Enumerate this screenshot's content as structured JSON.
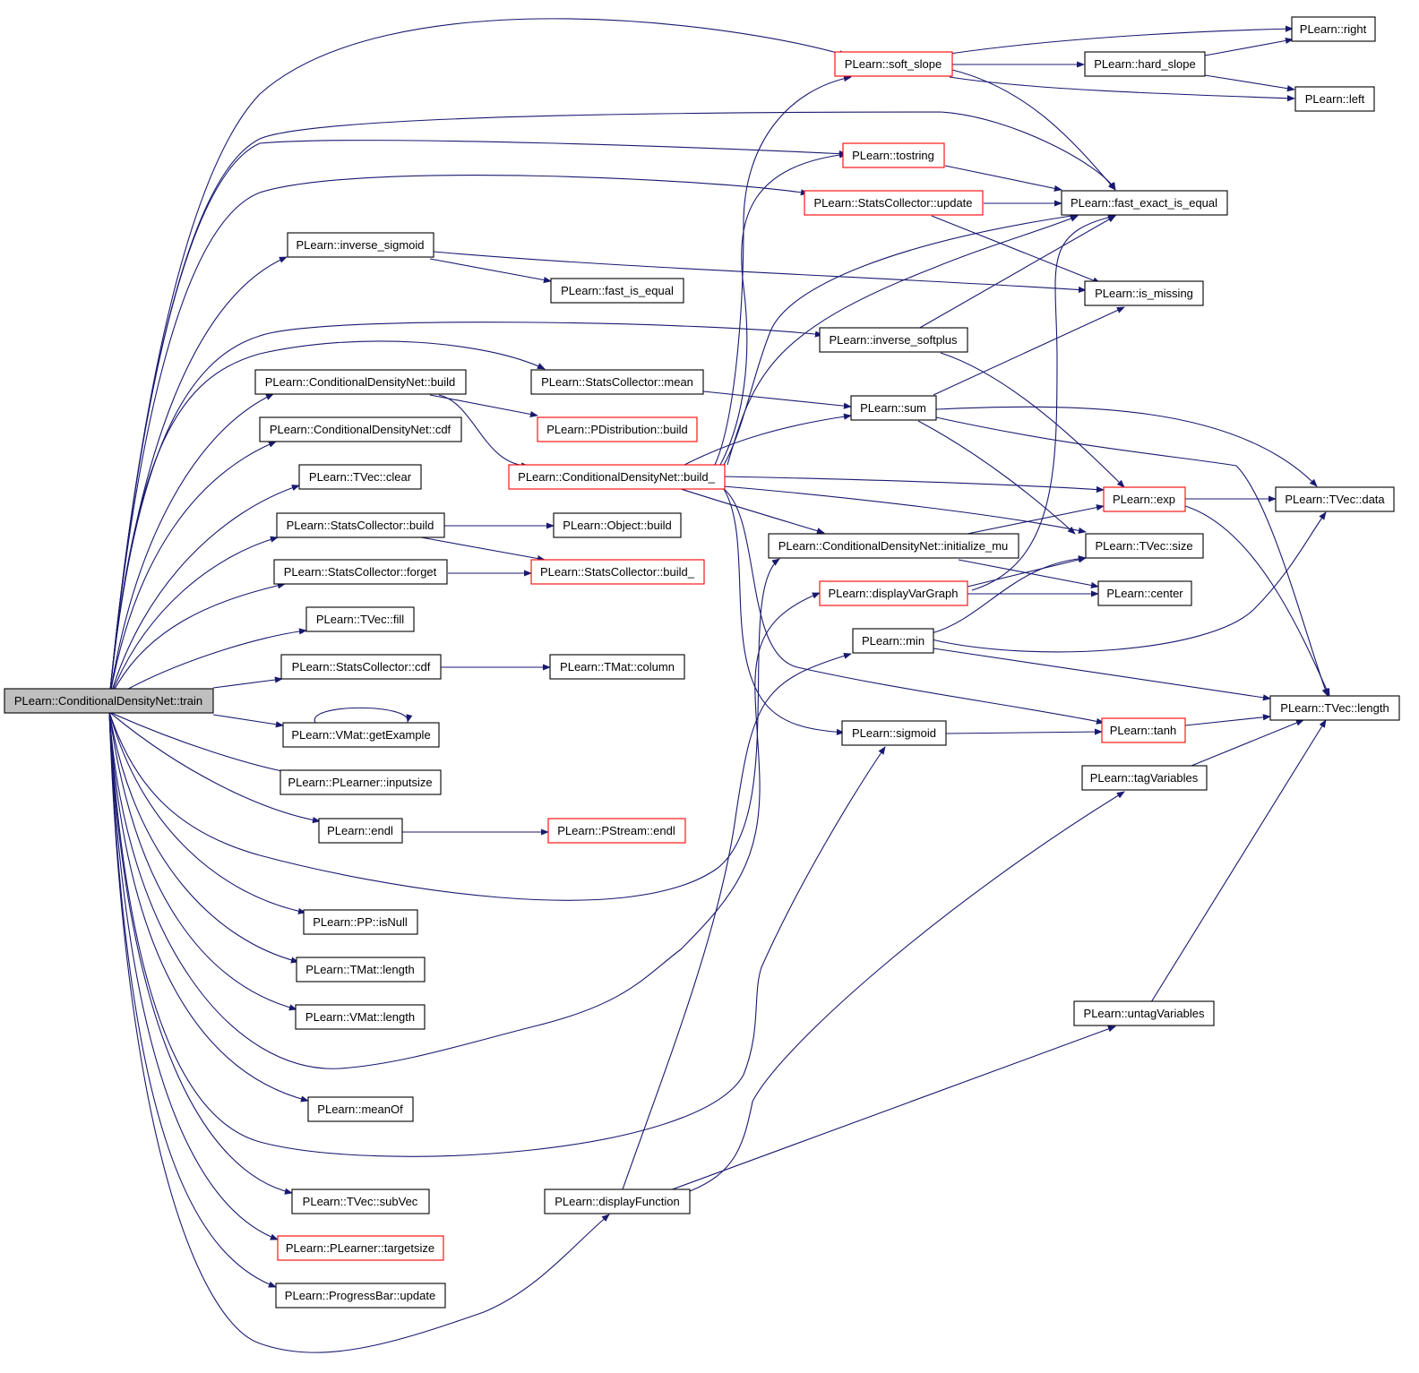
{
  "diagram": {
    "edge_color": "#191970",
    "node_border_default": "#000000",
    "node_border_incomplete": "#ff0000",
    "root_fill": "#bfbfbf",
    "nodes": [
      {
        "id": "train",
        "label": "PLearn::ConditionalDensityNet::train",
        "root": true
      },
      {
        "id": "soft_slope",
        "label": "PLearn::soft_slope",
        "red": true
      },
      {
        "id": "right",
        "label": "PLearn::right"
      },
      {
        "id": "hard_slope",
        "label": "PLearn::hard_slope"
      },
      {
        "id": "left",
        "label": "PLearn::left"
      },
      {
        "id": "tostring",
        "label": "PLearn::tostring",
        "red": true
      },
      {
        "id": "sc_update",
        "label": "PLearn::StatsCollector::update",
        "red": true
      },
      {
        "id": "fast_exact",
        "label": "PLearn::fast_exact_is_equal"
      },
      {
        "id": "inv_sigmoid",
        "label": "PLearn::inverse_sigmoid"
      },
      {
        "id": "fast_is_equal",
        "label": "PLearn::fast_is_equal"
      },
      {
        "id": "is_missing",
        "label": "PLearn::is_missing"
      },
      {
        "id": "inv_softplus",
        "label": "PLearn::inverse_softplus"
      },
      {
        "id": "cdn_build",
        "label": "PLearn::ConditionalDensityNet::build"
      },
      {
        "id": "sc_mean",
        "label": "PLearn::StatsCollector::mean"
      },
      {
        "id": "sum",
        "label": "PLearn::sum"
      },
      {
        "id": "cdn_cdf",
        "label": "PLearn::ConditionalDensityNet::cdf"
      },
      {
        "id": "pdist_build",
        "label": "PLearn::PDistribution::build",
        "red": true
      },
      {
        "id": "tvec_clear",
        "label": "PLearn::TVec::clear"
      },
      {
        "id": "cdn_build_",
        "label": "PLearn::ConditionalDensityNet::build_",
        "red": true
      },
      {
        "id": "exp",
        "label": "PLearn::exp",
        "red": true
      },
      {
        "id": "tvec_data",
        "label": "PLearn::TVec::data"
      },
      {
        "id": "sc_build",
        "label": "PLearn::StatsCollector::build"
      },
      {
        "id": "obj_build",
        "label": "PLearn::Object::build"
      },
      {
        "id": "init_mu",
        "label": "PLearn::ConditionalDensityNet::initialize_mu"
      },
      {
        "id": "tvec_size",
        "label": "PLearn::TVec::size"
      },
      {
        "id": "sc_forget",
        "label": "PLearn::StatsCollector::forget"
      },
      {
        "id": "sc_build_",
        "label": "PLearn::StatsCollector::build_",
        "red": true
      },
      {
        "id": "dvg",
        "label": "PLearn::displayVarGraph",
        "red": true
      },
      {
        "id": "center",
        "label": "PLearn::center"
      },
      {
        "id": "tvec_fill",
        "label": "PLearn::TVec::fill"
      },
      {
        "id": "min",
        "label": "PLearn::min"
      },
      {
        "id": "sc_cdf",
        "label": "PLearn::StatsCollector::cdf"
      },
      {
        "id": "tmat_column",
        "label": "PLearn::TMat::column"
      },
      {
        "id": "tvec_length",
        "label": "PLearn::TVec::length"
      },
      {
        "id": "tanh",
        "label": "PLearn::tanh",
        "red": true
      },
      {
        "id": "vmat_getex",
        "label": "PLearn::VMat::getExample"
      },
      {
        "id": "sigmoid",
        "label": "PLearn::sigmoid"
      },
      {
        "id": "tag_vars",
        "label": "PLearn::tagVariables"
      },
      {
        "id": "inputsize",
        "label": "PLearn::PLearner::inputsize"
      },
      {
        "id": "endl",
        "label": "PLearn::endl"
      },
      {
        "id": "pstream_endl",
        "label": "PLearn::PStream::endl",
        "red": true
      },
      {
        "id": "pp_isnull",
        "label": "PLearn::PP::isNull"
      },
      {
        "id": "tmat_length",
        "label": "PLearn::TMat::length"
      },
      {
        "id": "vmat_length",
        "label": "PLearn::VMat::length"
      },
      {
        "id": "untag_vars",
        "label": "PLearn::untagVariables"
      },
      {
        "id": "meanof",
        "label": "PLearn::meanOf"
      },
      {
        "id": "tvec_subvec",
        "label": "PLearn::TVec::subVec"
      },
      {
        "id": "disp_func",
        "label": "PLearn::displayFunction"
      },
      {
        "id": "targetsize",
        "label": "PLearn::PLearner::targetsize",
        "red": true
      },
      {
        "id": "pb_update",
        "label": "PLearn::ProgressBar::update"
      }
    ]
  }
}
